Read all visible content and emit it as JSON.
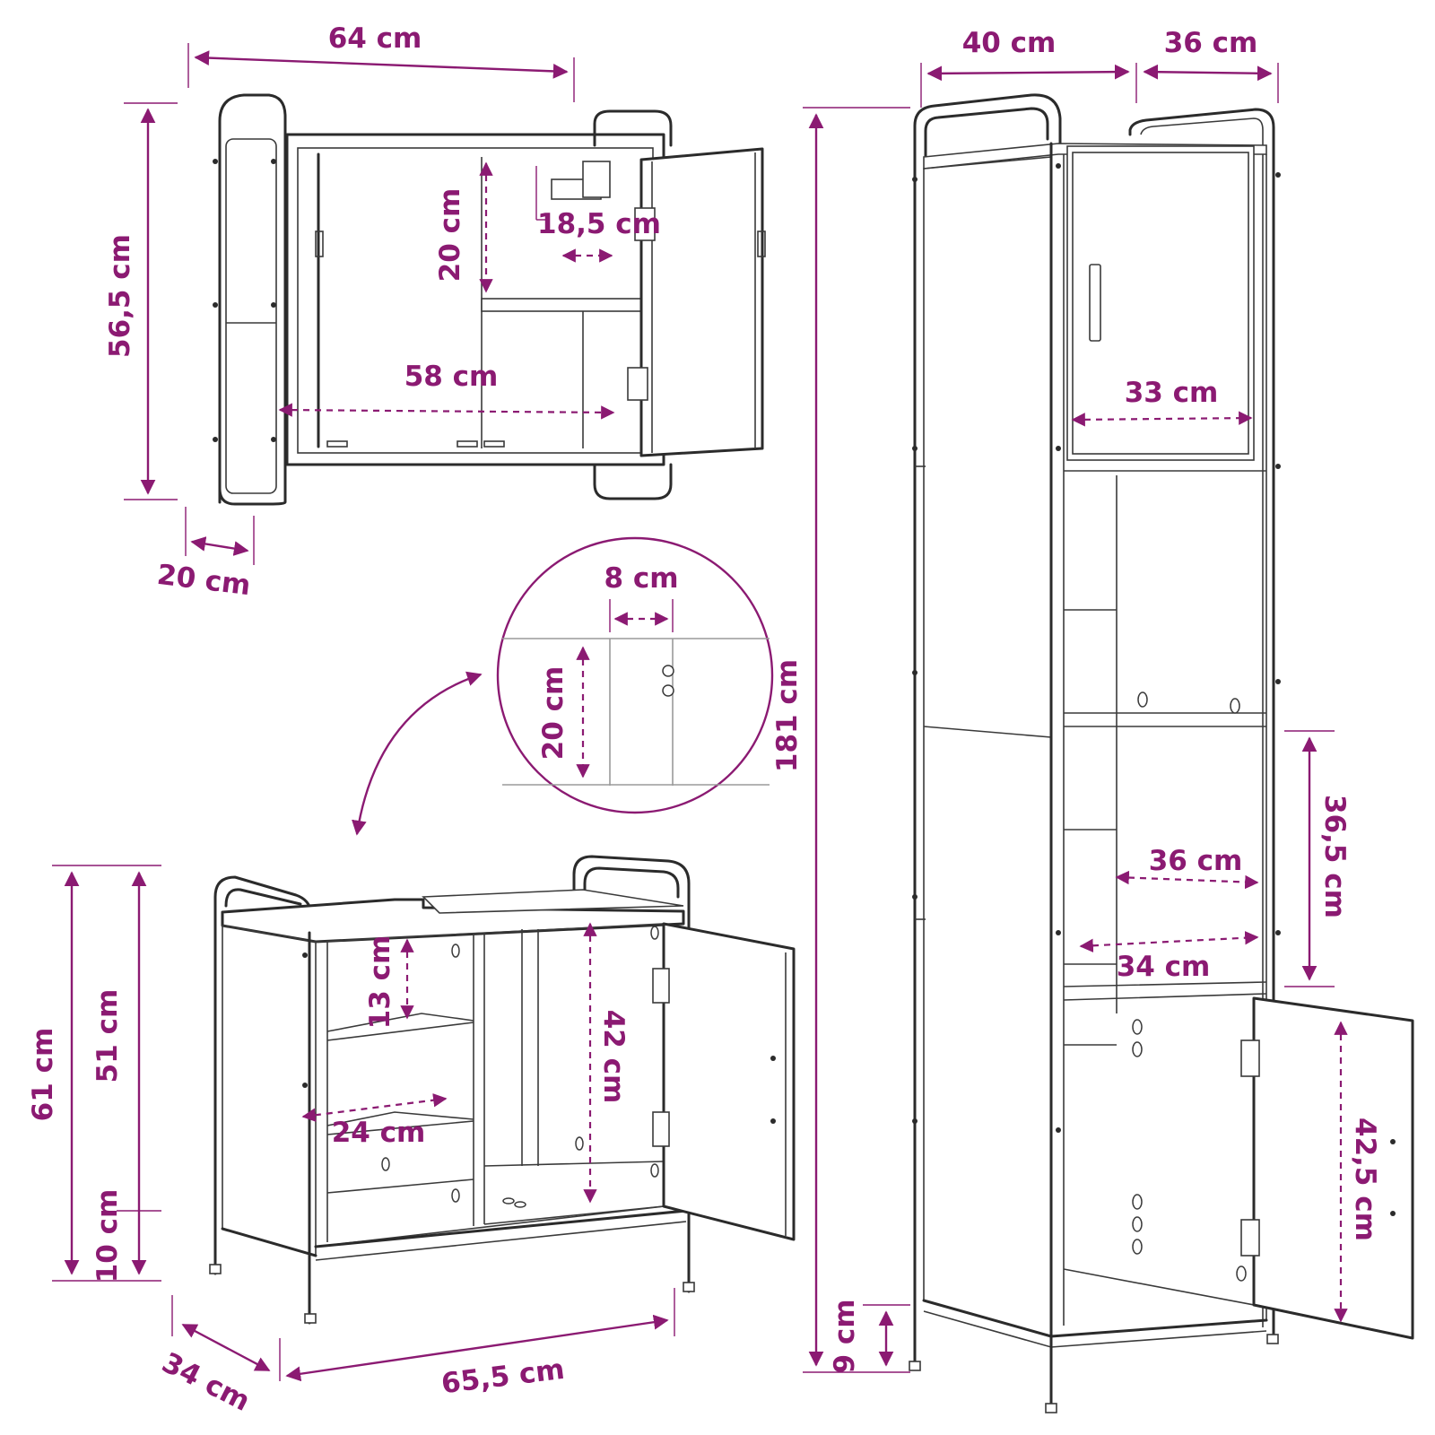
{
  "colors": {
    "accent": "#8b1a72",
    "line": "#2b2b2b"
  },
  "wall_cabinet": {
    "width": "64 cm",
    "height": "56,5 cm",
    "depth": "20 cm",
    "compartment_height": "20 cm",
    "shelf_depth": "18,5 cm",
    "inner_width": "58 cm"
  },
  "detail": {
    "cutout_width": "8 cm",
    "cutout_height": "20 cm"
  },
  "sink_cabinet": {
    "total_height": "61 cm",
    "body_height": "51 cm",
    "leg_height": "10 cm",
    "shelf_gap": "13 cm",
    "shelf_width": "24 cm",
    "opening_height": "42 cm",
    "depth": "34 cm",
    "width": "65,5 cm"
  },
  "tall_cabinet": {
    "total_height": "181 cm",
    "width": "40 cm",
    "depth": "36 cm",
    "door_inner_width": "33 cm",
    "shelf_width_upper": "36 cm",
    "shelf_width_lower": "34 cm",
    "compartment_height": "36,5 cm",
    "door_height": "42,5 cm",
    "leg_height": "9 cm"
  }
}
